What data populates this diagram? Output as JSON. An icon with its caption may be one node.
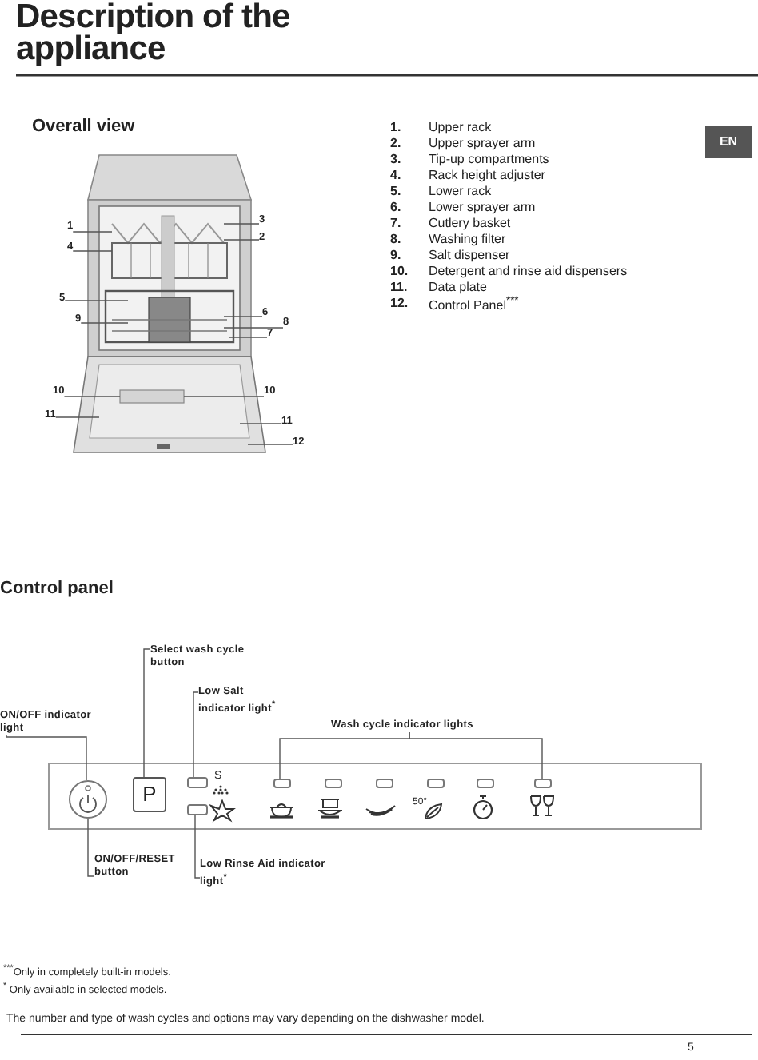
{
  "diagram": {
    "title": "Description of the appliance",
    "nodes": [
      {
        "text": [
          "1"
        ]
      },
      {
        "text": [
          "4"
        ]
      },
      {
        "text": [
          "5"
        ]
      },
      {
        "text": [
          "9"
        ]
      },
      {
        "text": [
          "10"
        ]
      },
      {
        "text": [
          "11"
        ]
      },
      {
        "text": [
          "3"
        ]
      },
      {
        "text": [
          "2"
        ]
      },
      {
        "text": [
          "6"
        ]
      },
      {
        "text": [
          "8"
        ]
      },
      {
        "text": [
          "7"
        ]
      },
      {
        "text": [
          "10"
        ]
      },
      {
        "text": [
          "11"
        ]
      },
      {
        "text": [
          "12"
        ]
      },
      {
        "text": [],
        "shape": "box"
      },
      {
        "text": [
          "ON/OFF indicator light"
        ]
      },
      {
        "text": [
          "Select wash cycle button"
        ]
      },
      {
        "text": [
          "Low Salt indicator light$^{*}$"
        ]
      },
      {
        "text": [
          "ON/OFF/RESET button"
        ]
      },
      {
        "text": [
          "Low Rinse Aid indicator light$^{*}$"
        ]
      },
      {
        "text": [],
        "shape": "circle",
        "in": 14
      },
      {
        "text": [
          "P"
        ],
        "in": 14
      },
      {
        "text": [],
        "shape": "box",
        "in": 14
      },
      {
        "text": [],
        "shape": "box",
        "in": 14
      },
      {
        "text": [],
        "shape": "box",
        "in": 14
      },
      {
        "text": [],
        "shape": "box",
        "in": 14
      },
      {
        "text": [],
        "shape": "box",
        "in": 14
      },
      {
        "text": [],
        "shape": "box",
        "in": 14
      },
      {
        "text": [],
        "shape": "box",
        "in": 14
      },
      {
        "text": [],
        "shape": "box",
        "in": 14
      },
      {
        "text": [
          "Wash cycle indicator lights"
        ]
      }
    ],
    "edges": [
      {
        "from": 0,
        "to": null,
        "arrow": "none"
      },
      {
        "from": 1,
        "to": null,
        "arrow": "none"
      },
      {
        "from": 2,
        "to": null,
        "arrow": "none"
      },
      {
        "from": 3,
        "to": null,
        "arrow": "none"
      },
      {
        "from": 4,
        "to": null,
        "arrow": "none"
      },
      {
        "from": 5,
        "to": null,
        "arrow": "none"
      },
      {
        "from": 6,
        "to": null,
        "arrow": "none"
      },
      {
        "from": 7,
        "to": null,
        "arrow": "none"
      },
      {
        "from": 8,
        "to": null,
        "arrow": "none"
      },
      {
        "from": 9,
        "to": null,
        "arrow": "none"
      },
      {
        "from": 10,
        "to": null,
        "arrow": "none"
      },
      {
        "from": 11,
        "to": null,
        "arrow": "none"
      },
      {
        "from": 12,
        "to": null,
        "arrow": "none"
      },
      {
        "from": 13,
        "to": null,
        "arrow": "none"
      },
      {
        "from": 15,
        "to": 20,
        "arrow": "none"
      },
      {
        "from": 16,
        "to": 21,
        "arrow": "none"
      },
      {
        "from": 17,
        "to": 22,
        "arrow": "none"
      },
      {
        "from": 18,
        "to": 20,
        "arrow": "none"
      },
      {
        "from": 19,
        "to": 23,
        "arrow": "none"
      },
      {
        "from": 30,
        "to": 24,
        "arrow": "none"
      },
      {
        "from": 30,
        "to": 29,
        "arrow": "none"
      }
    ],
    "labels": [
      "Overall view",
      "1.",
      "Upper rack",
      "2.",
      "Upper sprayer arm",
      "3.",
      "Tip-up compartments",
      "4.",
      "Rack height adjuster",
      "5.",
      "Lower rack",
      "6.",
      "Lower sprayer arm",
      "7.",
      "Cutlery basket",
      "8.",
      "Washing filter",
      "9.",
      "Salt dispenser",
      "10.",
      "Detergent and rinse aid dispensers",
      "11.",
      "Data plate",
      "12.",
      "Control Panel$^{***}$",
      "EN",
      "Control panel",
      "S",
      "50°",
      "$^{***}$Only in completely built-in models.",
      "$^{*}$ Only available in selected models.",
      "The number and type of wash cycles and options may vary depending on the dishwasher model.",
      "5"
    ]
  }
}
